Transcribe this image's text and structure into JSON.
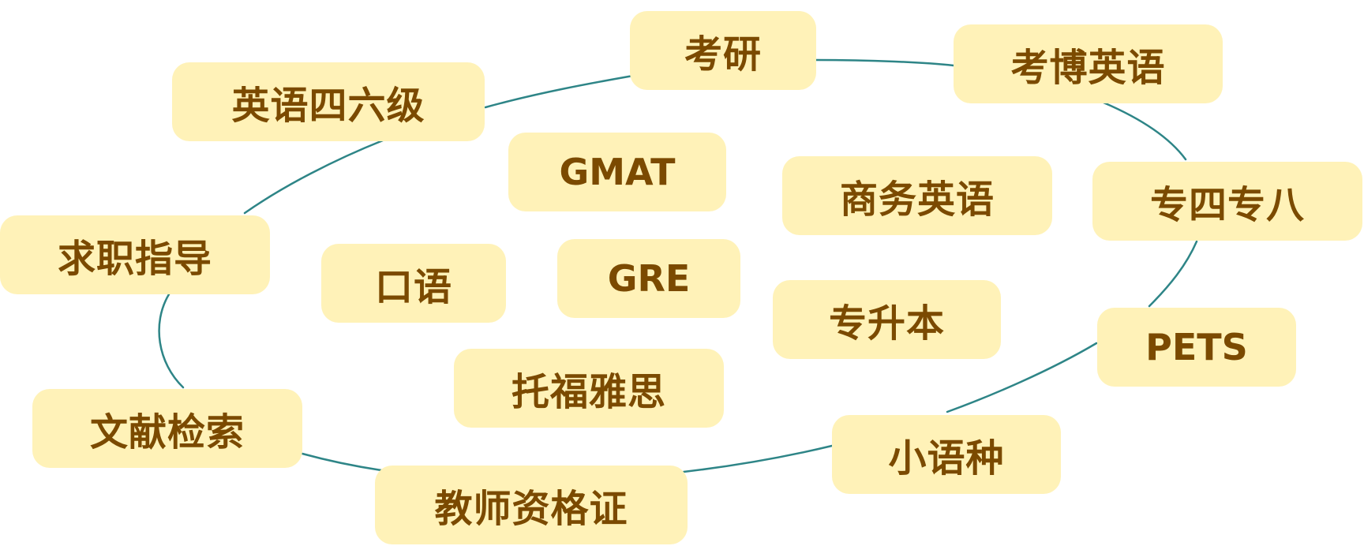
{
  "colors": {
    "node_fill": "#fff2b8",
    "node_text": "#7b4a00",
    "connector": "#2e8587"
  },
  "ring_nodes": {
    "kaoyan": "考研",
    "kaobo": "考博英语",
    "zhuansi_zhuanba": "专四专八",
    "pets": "PETS",
    "xiaoyuzhong": "小语种",
    "jiaoshi_zigezheng": "教师资格证",
    "wenxian_jiansuo": "文献检索",
    "qiuzhi_zhidao": "求职指导",
    "siliuji": "英语四六级"
  },
  "inner_nodes": {
    "gmat": "GMAT",
    "shangwu": "商务英语",
    "kouyu": "口语",
    "gre": "GRE",
    "zhuanshengben": "专升本",
    "tuofu_yasi": "托福雅思"
  }
}
